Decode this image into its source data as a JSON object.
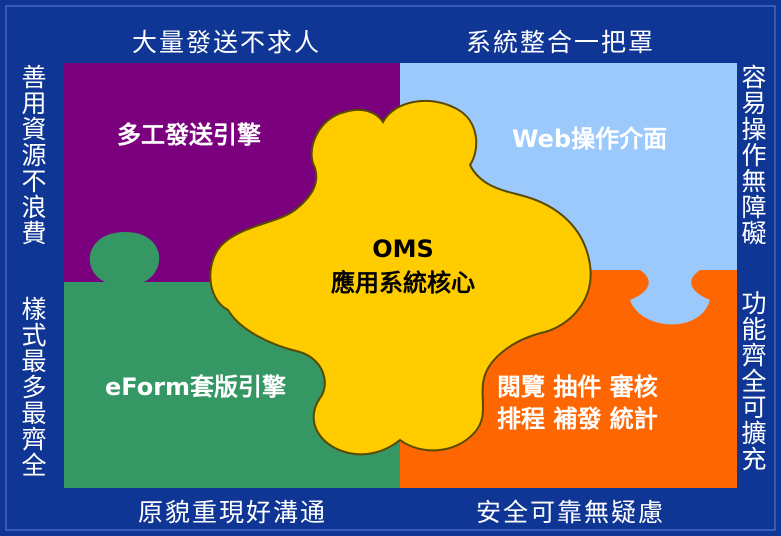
{
  "colors": {
    "frame_bg": "#0f3694",
    "frame_inner": "#123a9b",
    "piece_top_left": "#7a007d",
    "piece_top_right": "#9bc9fb",
    "piece_bottom_left": "#349764",
    "piece_bottom_right": "#fe6602",
    "piece_center": "#ffcc00"
  },
  "edges": {
    "top_left": "大量發送不求人",
    "top_right": "系統整合一把罩",
    "bottom_left": "原貌重現好溝通",
    "bottom_right": "安全可靠無疑慮",
    "left_top": "善用資源不浪費",
    "left_bottom": "樣式最多最齊全",
    "right_top": "容易操作無障礙",
    "right_bottom": "功能齊全可擴充"
  },
  "pieces": {
    "top_left": "多工發送引擎",
    "top_right": "Web操作介面",
    "bottom_left": "eForm套版引擎",
    "bottom_right_line1": "閱覽  抽件  審核",
    "bottom_right_line2": "排程  補發  統計",
    "center_title": "OMS",
    "center_subtitle": "應用系統核心"
  }
}
